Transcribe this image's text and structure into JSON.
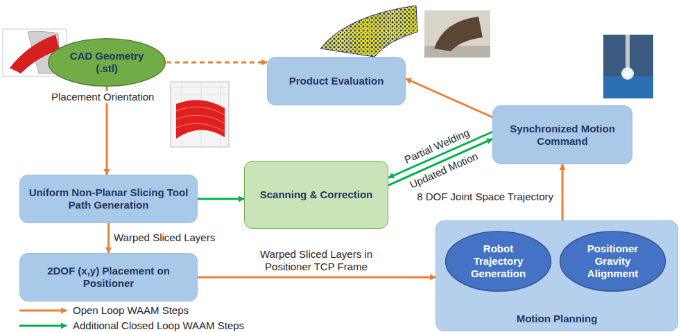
{
  "diagram": {
    "nodes": [
      {
        "text": [
          "CAD Geometry (.stl)"
        ]
      },
      {
        "text": [
          "Product Evaluation"
        ]
      },
      {
        "text": [
          "Synchronized Motion Command"
        ]
      },
      {
        "text": [
          "Uniform Non-Planar Slicing Tool Path Generation"
        ]
      },
      {
        "text": [
          "Scanning & Correction"
        ]
      },
      {
        "text": [
          "2DOF (x,y) Placement on Positioner"
        ]
      },
      {
        "text": [
          "Motion Planning"
        ]
      },
      {
        "text": [
          "Robot Trajectory Generation"
        ],
        "in": 6
      },
      {
        "text": [
          "Positioner Gravity Alignment"
        ],
        "in": 6
      }
    ],
    "edges": [
      {
        "from": 0,
        "to": 1,
        "arrow": "to"
      },
      {
        "from": 0,
        "to": 3,
        "label": "Placement Orientation",
        "arrow": "to"
      },
      {
        "from": 3,
        "to": 5,
        "label": "Warped Sliced Layers",
        "arrow": "to"
      },
      {
        "from": 5,
        "to": 6,
        "label": "Warped Sliced Layers in Positioner TCP Frame",
        "arrow": "to"
      },
      {
        "from": 6,
        "to": 2,
        "label": "8 DOF Joint Space Trajectory",
        "arrow": "to"
      },
      {
        "from": 2,
        "to": 1,
        "arrow": "to"
      },
      {
        "from": 3,
        "to": 4,
        "arrow": "to"
      },
      {
        "from": 2,
        "to": 4,
        "label": "Partial Welding",
        "arrow": "to"
      },
      {
        "from": 4,
        "to": 2,
        "label": "Updated Motion",
        "arrow": "to"
      }
    ],
    "legend": [
      {
        "text": "Open Loop WAAM Steps"
      },
      {
        "text": "Additional Closed Loop WAAM Steps"
      }
    ]
  }
}
